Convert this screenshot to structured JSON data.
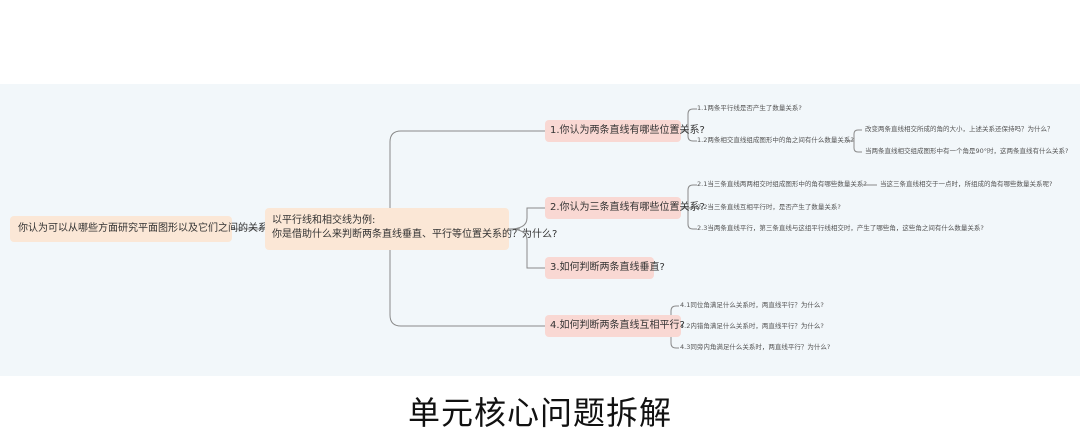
{
  "mindmap": {
    "root": "你认为可以从哪些方面研究平面图形以及它们之间的关系?",
    "central": {
      "line1": "以平行线和相交线为例:",
      "line2": "你是借助什么来判断两条直线垂直、平行等位置关系的？为什么?"
    },
    "topics": [
      {
        "label": "1.你认为两条直线有哪些位置关系?",
        "children": [
          "1.1两条平行线是否产生了数量关系?",
          "1.2两条相交直线组成图形中的角之间有什么数量关系?"
        ],
        "grandchildren": [
          "改变两条直线相交所成的角的大小，上述关系还保持吗？为什么？",
          "当两条直线相交组成图形中有一个角是90°时，这两条直线有什么关系?"
        ]
      },
      {
        "label": "2.你认为三条直线有哪些位置关系?",
        "children": [
          "2.1当三条直线两两相交时组成图形中的角有哪些数量关系?",
          "2.2当三条直线互相平行时，是否产生了数量关系?",
          "2.3当两条直线平行，第三条直线与这组平行线相交时，产生了哪些角，这些角之间有什么数量关系?"
        ],
        "note": "当这三条直线相交于一点时，所组成的角有哪些数量关系呢?"
      },
      {
        "label": "3.如何判断两条直线垂直?"
      },
      {
        "label": "4.如何判断两条直线互相平行?",
        "children": [
          "4.1同位角满足什么关系时，两直线平行？为什么?",
          "4.2内错角满足什么关系时，两直线平行？为什么?",
          "4.3同旁内角满足什么关系时，两直线平行？为什么?"
        ]
      }
    ]
  },
  "caption": "单元核心问题拆解",
  "colors": {
    "panel_bg": "#f2f7fa",
    "root_fill": "#fbe7d6",
    "topic_fill": "#f9d8d3",
    "connector": "#8a8a8a"
  }
}
